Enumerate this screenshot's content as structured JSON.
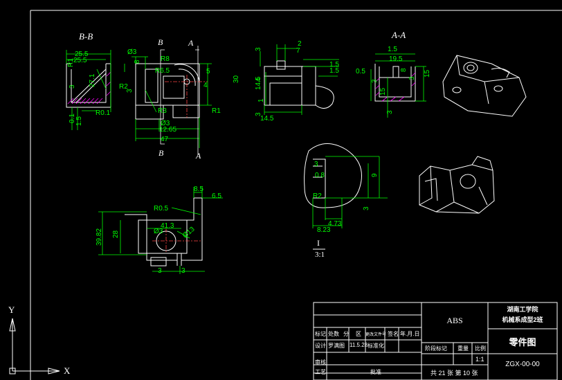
{
  "views": {
    "bb": "B-B",
    "aa": "A-A",
    "cut_b": "B",
    "cut_a": "A",
    "detail_id": "I",
    "detail_scale": "3:1"
  },
  "dims": {
    "v1": [
      "25.5",
      "25.5",
      "R1",
      "3",
      "27.1",
      "R0.1",
      "0.1",
      "1.5"
    ],
    "v2": [
      "Ø3",
      "8",
      "R8",
      "R6.5",
      "R2",
      "3",
      "R3",
      "Ø3",
      "12.65",
      "47",
      "30",
      "R1",
      "4",
      "5"
    ],
    "v3": [
      "3",
      "2",
      "7",
      "1.5",
      "1.5",
      "4",
      "14.5",
      "1",
      "14.5",
      "3"
    ],
    "v4": [
      "1.5",
      "19.5",
      "0.5",
      "3",
      "15",
      "8",
      "3",
      "15",
      "3"
    ],
    "v5": [
      "8.5",
      "6.5",
      "R0.5",
      "Ø3",
      "41.3",
      "28",
      "39.82",
      "Ø13",
      "3",
      "3"
    ],
    "v6": [
      "3",
      "0.8",
      "R2",
      "9",
      "4.73",
      "8.23",
      "3"
    ]
  },
  "title_block": {
    "material": "ABS",
    "school_line1": "湖南工学院",
    "school_line2": "机械系成型2班",
    "drawing_title": "零件图",
    "drawing_no": "ZGX-00-00",
    "row_labels": [
      "标记",
      "处数",
      "分",
      "区",
      "更改文件号",
      "签名",
      "年.月.日"
    ],
    "design": "设计",
    "designer": "罗满图",
    "date": "11.5.28",
    "std": "标准化",
    "review": "审核",
    "process": "工艺",
    "approve": "批准",
    "stage": "阶段标记",
    "weight": "重量",
    "ratio_label": "比例",
    "ratio": "1:1",
    "sheets": "共 21 张 第 10 张"
  },
  "ucs": {
    "x": "X",
    "y": "Y"
  },
  "colors": {
    "bg": "#000000",
    "line": "#ffffff",
    "dim": "#00ff00",
    "center": "#ff4444",
    "hidden": "#ff00ff"
  }
}
